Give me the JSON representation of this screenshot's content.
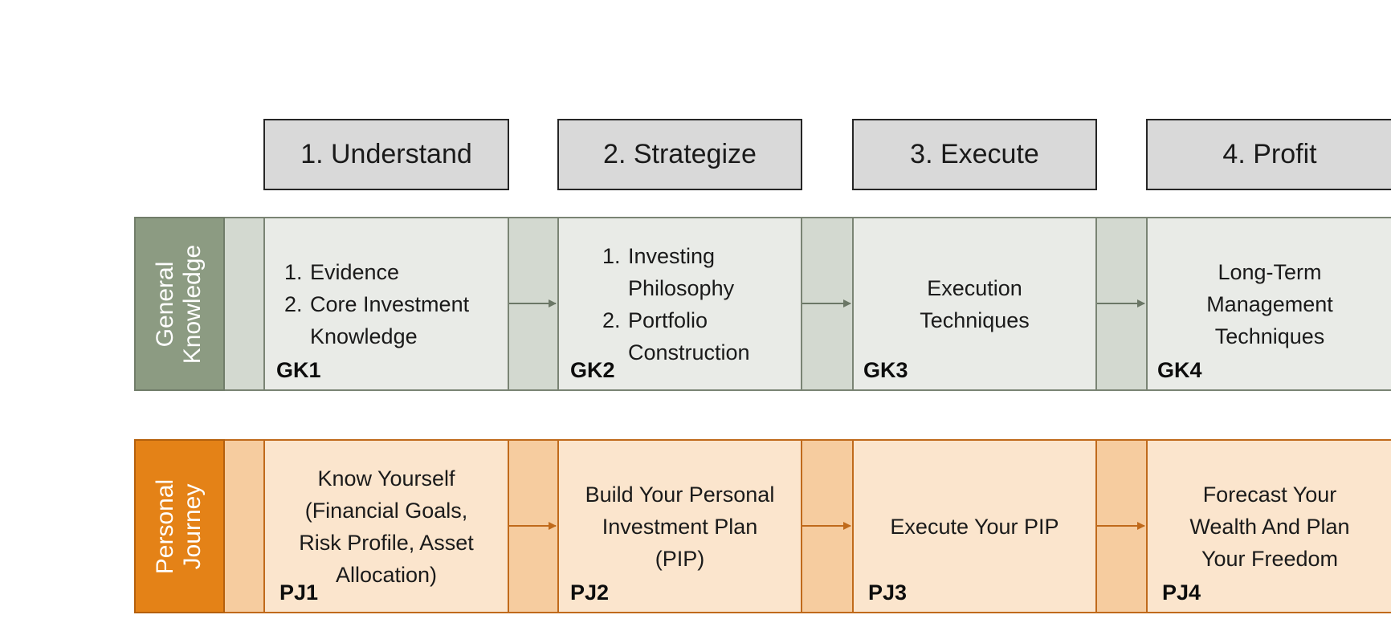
{
  "headers": [
    {
      "label": "1. Understand"
    },
    {
      "label": "2. Strategize"
    },
    {
      "label": "3. Execute"
    },
    {
      "label": "4. Profit"
    }
  ],
  "rows": {
    "general_knowledge": {
      "label": "General\nKnowledge",
      "boxes": [
        {
          "code": "GK1",
          "items": [
            "Evidence",
            "Core Investment Knowledge"
          ]
        },
        {
          "code": "GK2",
          "items": [
            "Investing Philosophy",
            "Portfolio Construction"
          ]
        },
        {
          "code": "GK3",
          "text": "Execution Techniques"
        },
        {
          "code": "GK4",
          "text": "Long-Term Management Techniques"
        }
      ]
    },
    "personal_journey": {
      "label": "Personal\nJourney",
      "boxes": [
        {
          "code": "PJ1",
          "text": "Know Yourself (Financial Goals, Risk Profile, Asset Allocation)"
        },
        {
          "code": "PJ2",
          "text": "Build Your Personal Investment Plan (PIP)"
        },
        {
          "code": "PJ3",
          "text": "Execute Your PIP"
        },
        {
          "code": "PJ4",
          "text": "Forecast Your Wealth And Plan Your Freedom"
        }
      ]
    }
  },
  "colors": {
    "header_fill": "#d9d9d9",
    "gk_label": "#8c9b82",
    "gk_box": "#e9ebe7",
    "pj_label": "#e48217",
    "pj_box": "#fbe5cd"
  }
}
